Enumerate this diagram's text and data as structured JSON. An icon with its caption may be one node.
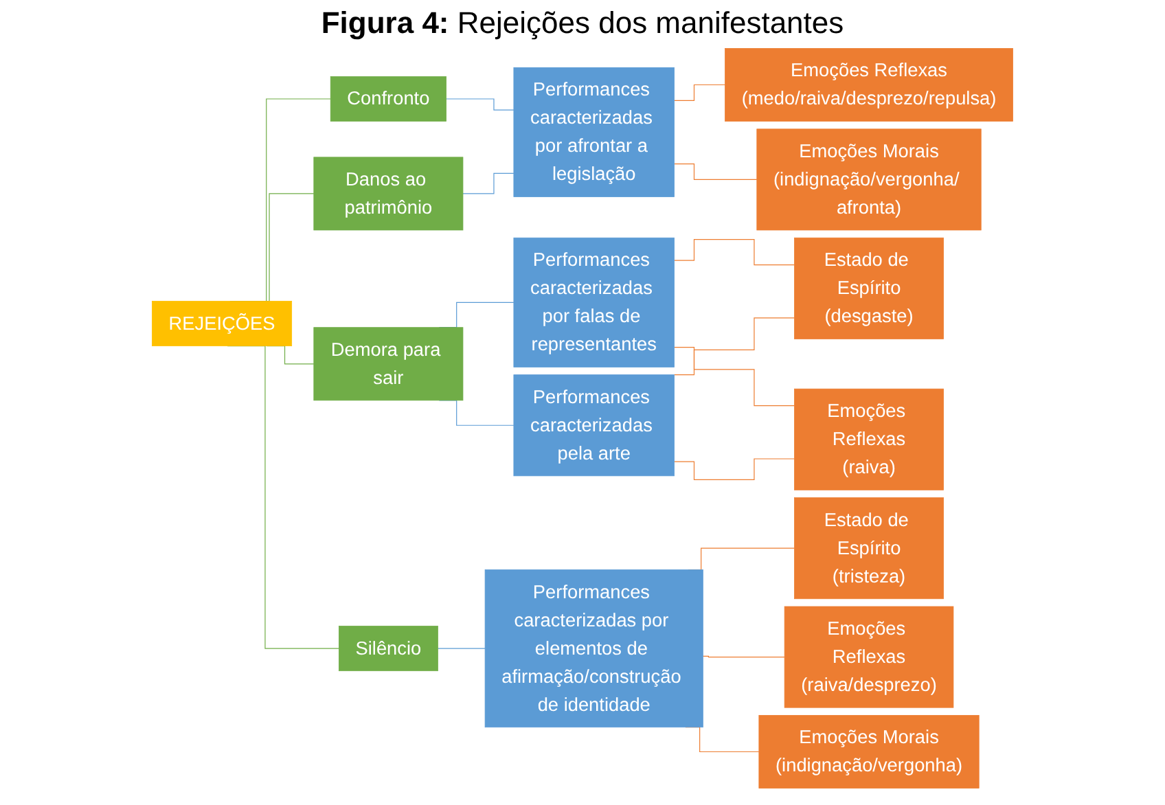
{
  "diagram": {
    "title": "**Figura 4:** Rejeições dos manifestantes",
    "nodes": [
      {
        "text": [
          "REJEIÇÕES"
        ]
      },
      {
        "text": [
          "Confronto"
        ]
      },
      {
        "text": [
          "Danos ao patrimônio"
        ]
      },
      {
        "text": [
          "Demora para sair"
        ]
      },
      {
        "text": [
          "Silêncio"
        ]
      },
      {
        "text": [
          "Performances caracterizadas por afrontar a legislação"
        ]
      },
      {
        "text": [
          "Performances caracterizadas por falas de representantes"
        ]
      },
      {
        "text": [
          "Performances caracterizadas pela arte"
        ]
      },
      {
        "text": [
          "Performances caracterizadas por elementos de afirmação/construção de identidade"
        ]
      },
      {
        "text": [
          "Emoções Reflexas",
          "(medo/raiva/desprezo/repulsa)"
        ]
      },
      {
        "text": [
          "Emoções Morais",
          "(indignação/vergonha/ afronta)"
        ]
      },
      {
        "text": [
          "Estado de Espírito",
          "(desgaste)"
        ]
      },
      {
        "text": [
          "Emoções Reflexas",
          "(raiva)"
        ]
      },
      {
        "text": [
          "Estado de Espírito",
          "(tristeza)"
        ]
      },
      {
        "text": [
          "Emoções Reflexas",
          "(raiva/desprezo)"
        ]
      },
      {
        "text": [
          "Emoções Morais",
          "(indignação/vergonha)"
        ]
      }
    ],
    "edges": [
      {
        "from": 0,
        "to": 1,
        "arrow": "none",
        "color": "#70ad47"
      },
      {
        "from": 0,
        "to": 2,
        "arrow": "none",
        "color": "#70ad47"
      },
      {
        "from": 0,
        "to": 3,
        "arrow": "none",
        "color": "#70ad47"
      },
      {
        "from": 0,
        "to": 4,
        "arrow": "none",
        "color": "#70ad47"
      },
      {
        "from": 1,
        "to": 5,
        "arrow": "none",
        "color": "#5b9bd5"
      },
      {
        "from": 2,
        "to": 5,
        "arrow": "none",
        "color": "#5b9bd5"
      },
      {
        "from": 3,
        "to": 6,
        "arrow": "none",
        "color": "#5b9bd5"
      },
      {
        "from": 3,
        "to": 7,
        "arrow": "none",
        "color": "#5b9bd5"
      },
      {
        "from": 4,
        "to": 8,
        "arrow": "none",
        "color": "#5b9bd5"
      },
      {
        "from": 5,
        "to": 9,
        "arrow": "none"
      },
      {
        "from": 5,
        "to": 10,
        "arrow": "none"
      },
      {
        "from": 6,
        "to": 11,
        "arrow": "none"
      },
      {
        "from": 6,
        "to": 12,
        "arrow": "none"
      },
      {
        "from": 7,
        "to": 11,
        "arrow": "none"
      },
      {
        "from": 7,
        "to": 12,
        "arrow": "none"
      },
      {
        "from": 8,
        "to": 13,
        "arrow": "none"
      },
      {
        "from": 8,
        "to": 14,
        "arrow": "none"
      },
      {
        "from": 8,
        "to": 15,
        "arrow": "none"
      }
    ]
  }
}
